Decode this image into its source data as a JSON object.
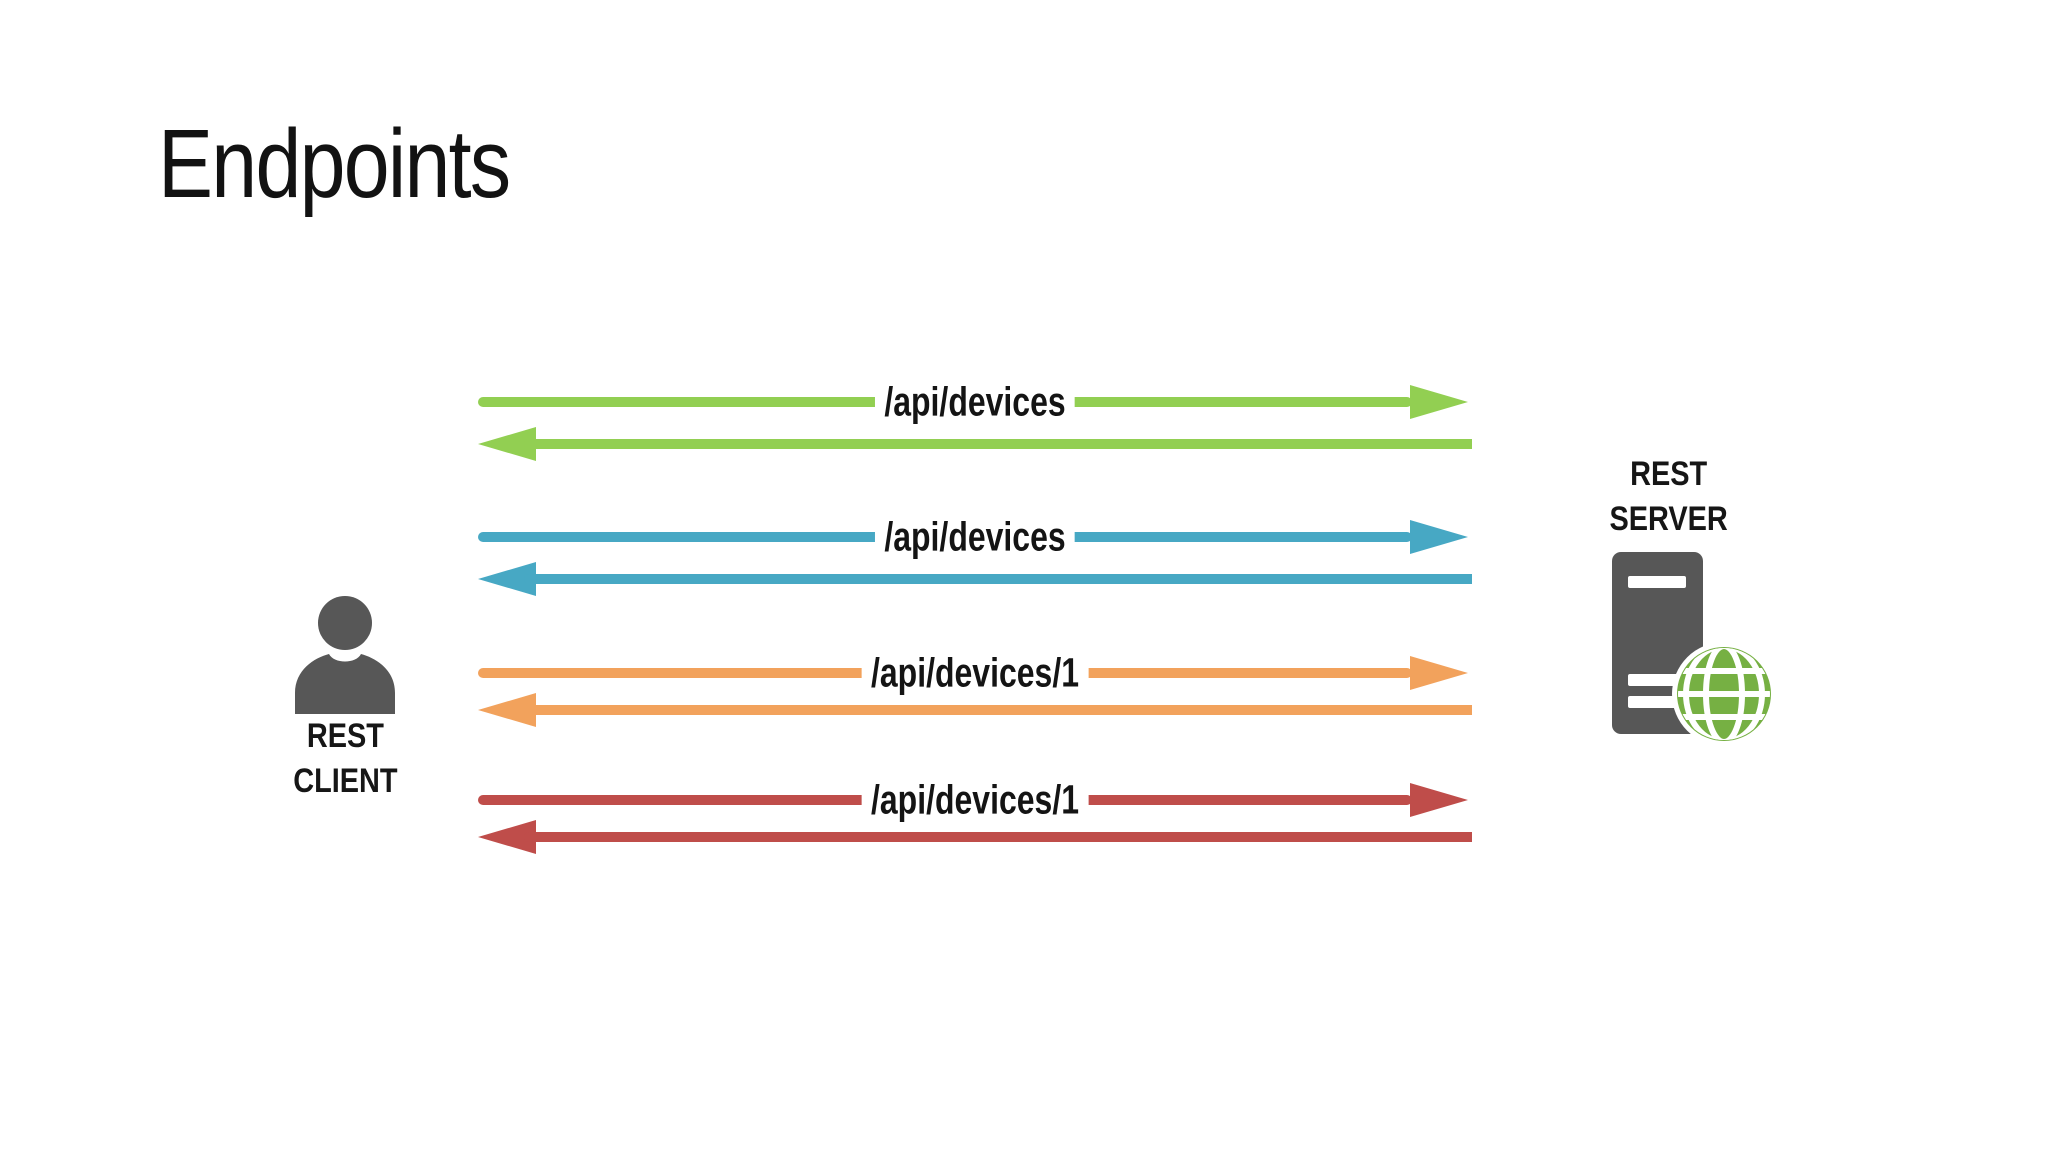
{
  "slide": {
    "title": "Endpoints",
    "background_color": "#ffffff"
  },
  "client": {
    "icon": "person-icon",
    "icon_color": "#575757",
    "label_line1": "REST",
    "label_line2": "CLIENT"
  },
  "server": {
    "icon": "server-globe-icon",
    "tower_color": "#575757",
    "globe_color": "#76B043",
    "label_line1": "REST",
    "label_line2": "SERVER"
  },
  "flows": [
    {
      "label": "/api/devices",
      "color": "#92CF52",
      "direction": "bidirectional"
    },
    {
      "label": "/api/devices",
      "color": "#47A8C4",
      "direction": "bidirectional"
    },
    {
      "label": "/api/devices/1",
      "color": "#F2A25C",
      "direction": "bidirectional"
    },
    {
      "label": "/api/devices/1",
      "color": "#BF4D4A",
      "direction": "bidirectional"
    }
  ]
}
